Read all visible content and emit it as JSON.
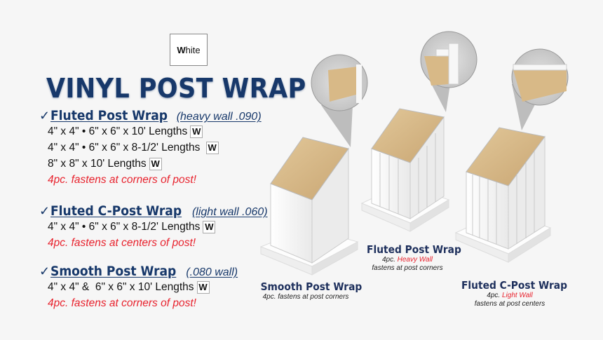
{
  "color_swatch": {
    "first_letter": "W",
    "rest": "hite"
  },
  "title": "VINYL POST WRAP",
  "products": [
    {
      "name": "Fluted Post Wrap",
      "spec": "(heavy wall .090)",
      "sizes": [
        {
          "text": "4\" x 4\" • 6\" x 6\" x 10' Lengths",
          "badge": "W"
        },
        {
          "text": "4\" x 4\" • 6\" x 6\" x 8-1/2' Lengths ",
          "badge": "W"
        },
        {
          "text": "8\" x 8\" x 10' Lengths",
          "badge": "W"
        }
      ],
      "note": "4pc. fastens at corners of post!"
    },
    {
      "name": "Fluted C-Post Wrap",
      "spec": "(light wall .060)",
      "sizes": [
        {
          "text": "4\" x 4\" • 6\" x 6\" x 8-1/2' Lengths",
          "badge": "W"
        }
      ],
      "note": "4pc. fastens at centers of post!"
    },
    {
      "name": "Smooth Post Wrap",
      "spec": "(.080 wall)",
      "sizes": [
        {
          "text": "4\" x 4\" &  6\" x 6\" x 10' Lengths",
          "badge": "W"
        }
      ],
      "note": "4pc. fastens at corners of post!"
    }
  ],
  "check_glyph": "✓",
  "captions": {
    "smooth": {
      "title": "Smooth Post Wrap",
      "line1": "4pc. fastens at post corners"
    },
    "fluted": {
      "title": "Fluted Post Wrap",
      "prefix": "4pc. ",
      "highlight": "Heavy Wall",
      "line2": "fastens at post corners"
    },
    "c_post": {
      "title": "Fluted C-Post Wrap",
      "prefix": "4pc. ",
      "highlight": "Light Wall",
      "line2": "fastens at post centers"
    }
  },
  "colors": {
    "brand_navy": "#17386a",
    "note_red": "#e8232e",
    "background": "#f6f6f6",
    "wood": "#d7b98a"
  }
}
